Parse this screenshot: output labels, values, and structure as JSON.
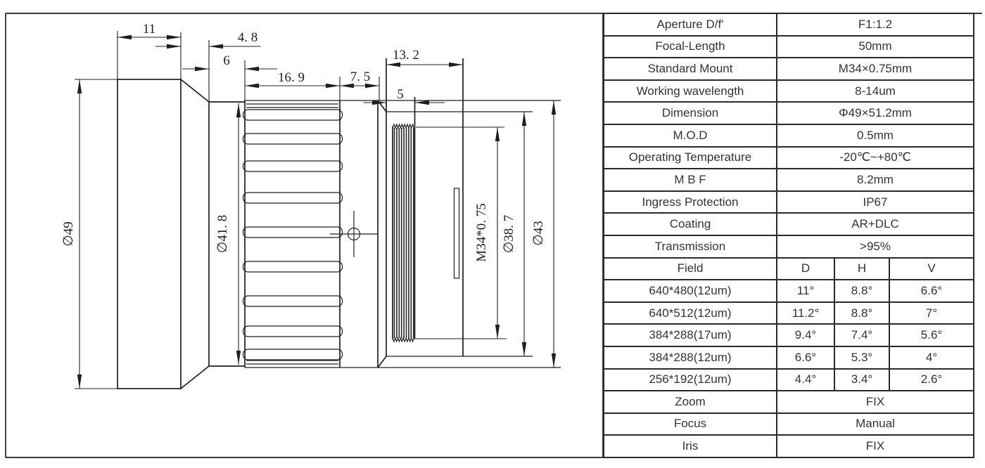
{
  "drawing": {
    "dims": {
      "w11": "11",
      "w48": "4. 8",
      "w6": "6",
      "w169": "16. 9",
      "w75": "7. 5",
      "w132": "13. 2",
      "w5": "5",
      "dia49": "∅49",
      "dia418": "∅41. 8",
      "thread": "M34*0. 75",
      "dia387": "∅38. 7",
      "dia43": "∅43"
    }
  },
  "table": {
    "rows": [
      {
        "label": "Aperture D/f'",
        "value": "F1:1.2"
      },
      {
        "label": "Focal-Length",
        "value": "50mm"
      },
      {
        "label": "Standard Mount",
        "value": "M34×0.75mm"
      },
      {
        "label": "Working wavelength",
        "value": "8-14um"
      },
      {
        "label": "Dimension",
        "value": "Φ49×51.2mm"
      },
      {
        "label": "M.O.D",
        "value": "0.5mm"
      },
      {
        "label": "Operating Temperature",
        "value": "-20℃~+80℃"
      },
      {
        "label": "M B F",
        "value": "8.2mm"
      },
      {
        "label": "Ingress Protection",
        "value": "IP67"
      },
      {
        "label": "Coating",
        "value": "AR+DLC"
      },
      {
        "label": "Transmission",
        "value": ">95%"
      }
    ],
    "field_header": {
      "label": "Field",
      "d": "D",
      "h": "H",
      "v": "V"
    },
    "field_rows": [
      {
        "label": "640*480(12um)",
        "d": "11°",
        "h": "8.8°",
        "v": "6.6°"
      },
      {
        "label": "640*512(12um)",
        "d": "11.2°",
        "h": "8.8°",
        "v": "7°"
      },
      {
        "label": "384*288(17um)",
        "d": "9.4°",
        "h": "7.4°",
        "v": "5.6°"
      },
      {
        "label": "384*288(12um)",
        "d": "6.6°",
        "h": "5.3°",
        "v": "4°"
      },
      {
        "label": "256*192(12um)",
        "d": "4.4°",
        "h": "3.4°",
        "v": "2.6°"
      }
    ],
    "control_rows": [
      {
        "label": "Zoom",
        "value": "FIX"
      },
      {
        "label": "Focus",
        "value": "Manual"
      },
      {
        "label": "Iris",
        "value": "FIX"
      }
    ]
  }
}
